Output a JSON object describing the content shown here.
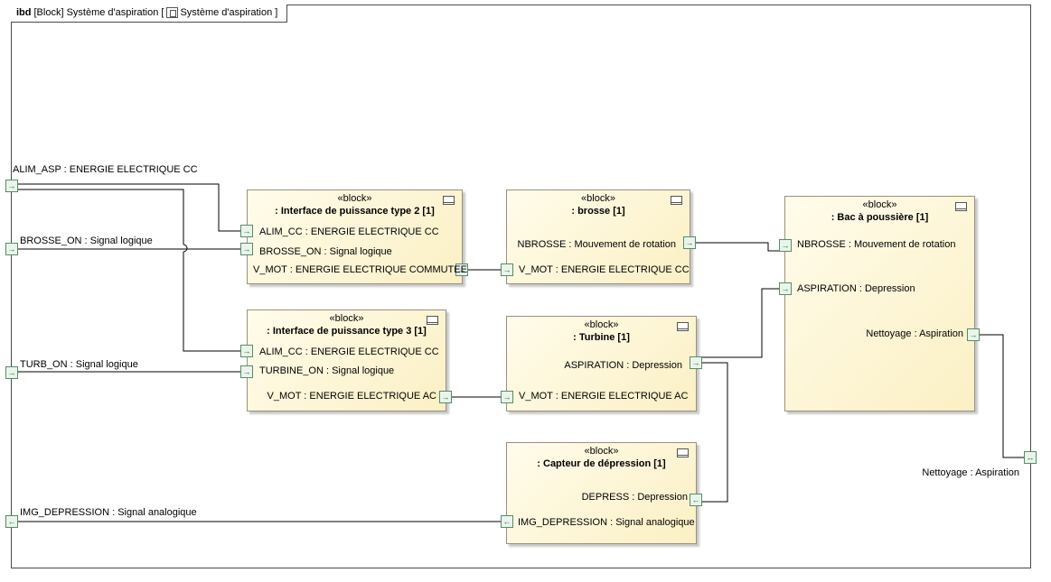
{
  "frame": {
    "kind": "ibd",
    "title": "[Block] Système d'aspiration [",
    "block_name": "Système d'aspiration",
    "close": "]"
  },
  "blocks": {
    "interface2": {
      "stereotype": "«block»",
      "name": ": Interface de puissance type 2 [1]"
    },
    "interface3": {
      "stereotype": "«block»",
      "name": ": Interface de puissance type 3 [1]"
    },
    "brosse": {
      "stereotype": "«block»",
      "name": ":  brosse [1]"
    },
    "turbine": {
      "stereotype": "«block»",
      "name": ": Turbine [1]"
    },
    "capteur": {
      "stereotype": "«block»",
      "name": ": Capteur de dépression [1]"
    },
    "bac": {
      "stereotype": "«block»",
      "name": ": Bac à poussière [1]"
    }
  },
  "ports": {
    "alim_asp": "ALIM_ASP : ENERGIE ELECTRIQUE CC",
    "brosse_on": "BROSSE_ON : Signal logique",
    "turb_on": "TURB_ON : Signal logique",
    "img_depression": "IMG_DEPRESSION : Signal analogique",
    "nettoyage_ext": "Nettoyage : Aspiration",
    "i2_alim_cc": "ALIM_CC : ENERGIE ELECTRIQUE CC",
    "i2_brosse_on": "BROSSE_ON : Signal logique",
    "i2_v_mot": "V_MOT : ENERGIE ELECTRIQUE COMMUTEE",
    "i3_alim_cc": "ALIM_CC : ENERGIE ELECTRIQUE CC",
    "i3_turbine_on": "TURBINE_ON : Signal logique",
    "i3_v_mot": "V_MOT : ENERGIE ELECTRIQUE AC",
    "b_nbrosse": "NBROSSE : Mouvement de rotation",
    "b_v_mot": "V_MOT : ENERGIE ELECTRIQUE CC",
    "t_aspiration": "ASPIRATION : Depression",
    "t_v_mot": "V_MOT : ENERGIE ELECTRIQUE AC",
    "c_depress": "DEPRESS : Depression",
    "c_img_depression": "IMG_DEPRESSION : Signal analogique",
    "bac_nbrosse": "NBROSSE : Mouvement de rotation",
    "bac_aspiration": "ASPIRATION : Depression",
    "bac_nettoyage": "Nettoyage : Aspiration"
  },
  "port_glyphs": {
    "in": "→",
    "out": "→",
    "in_reverse": "←",
    "inout": "↔"
  },
  "colors": {
    "frame": "#4a4a4a",
    "block_fill": "#fbf0c4",
    "block_border": "#9a9080",
    "port_border": "#5a8a6a",
    "wire": "#000000"
  }
}
